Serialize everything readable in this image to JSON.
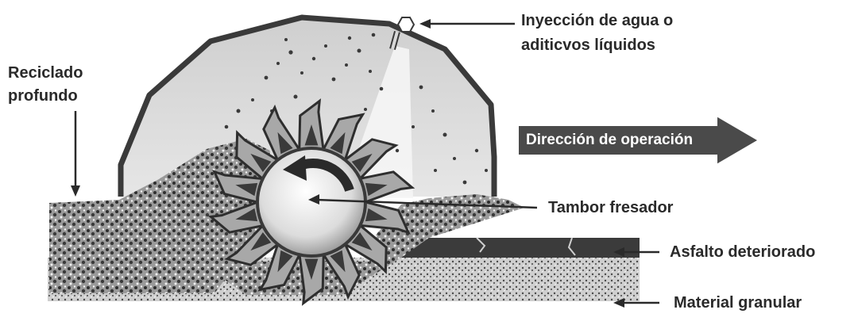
{
  "labels": {
    "injection_line1": "Inyección de agua o",
    "injection_line2": "aditicvos líquidos",
    "deep_line1": "Reciclado",
    "deep_line2": "profundo",
    "direction": "Dirección de operación",
    "drum": "Tambor fresador",
    "asphalt": "Asfalto deteriorado",
    "granular": "Material granular"
  },
  "colors": {
    "background": "#ffffff",
    "hood_fill": "#d9d9d9",
    "hood_outline": "#3a3a3a",
    "asphalt": "#3b3b3b",
    "aggregate": "#6e6e6e",
    "granular": "#bdbdbd",
    "drum": "#e8e8e8",
    "teeth": "#9a9a9a",
    "arrow_fill": "#4a4a4a",
    "text": "#2a2a2a"
  },
  "icons": {
    "drum_rotation": "curved-arrow-icon",
    "nozzle": "hexagon-nozzle-icon"
  }
}
